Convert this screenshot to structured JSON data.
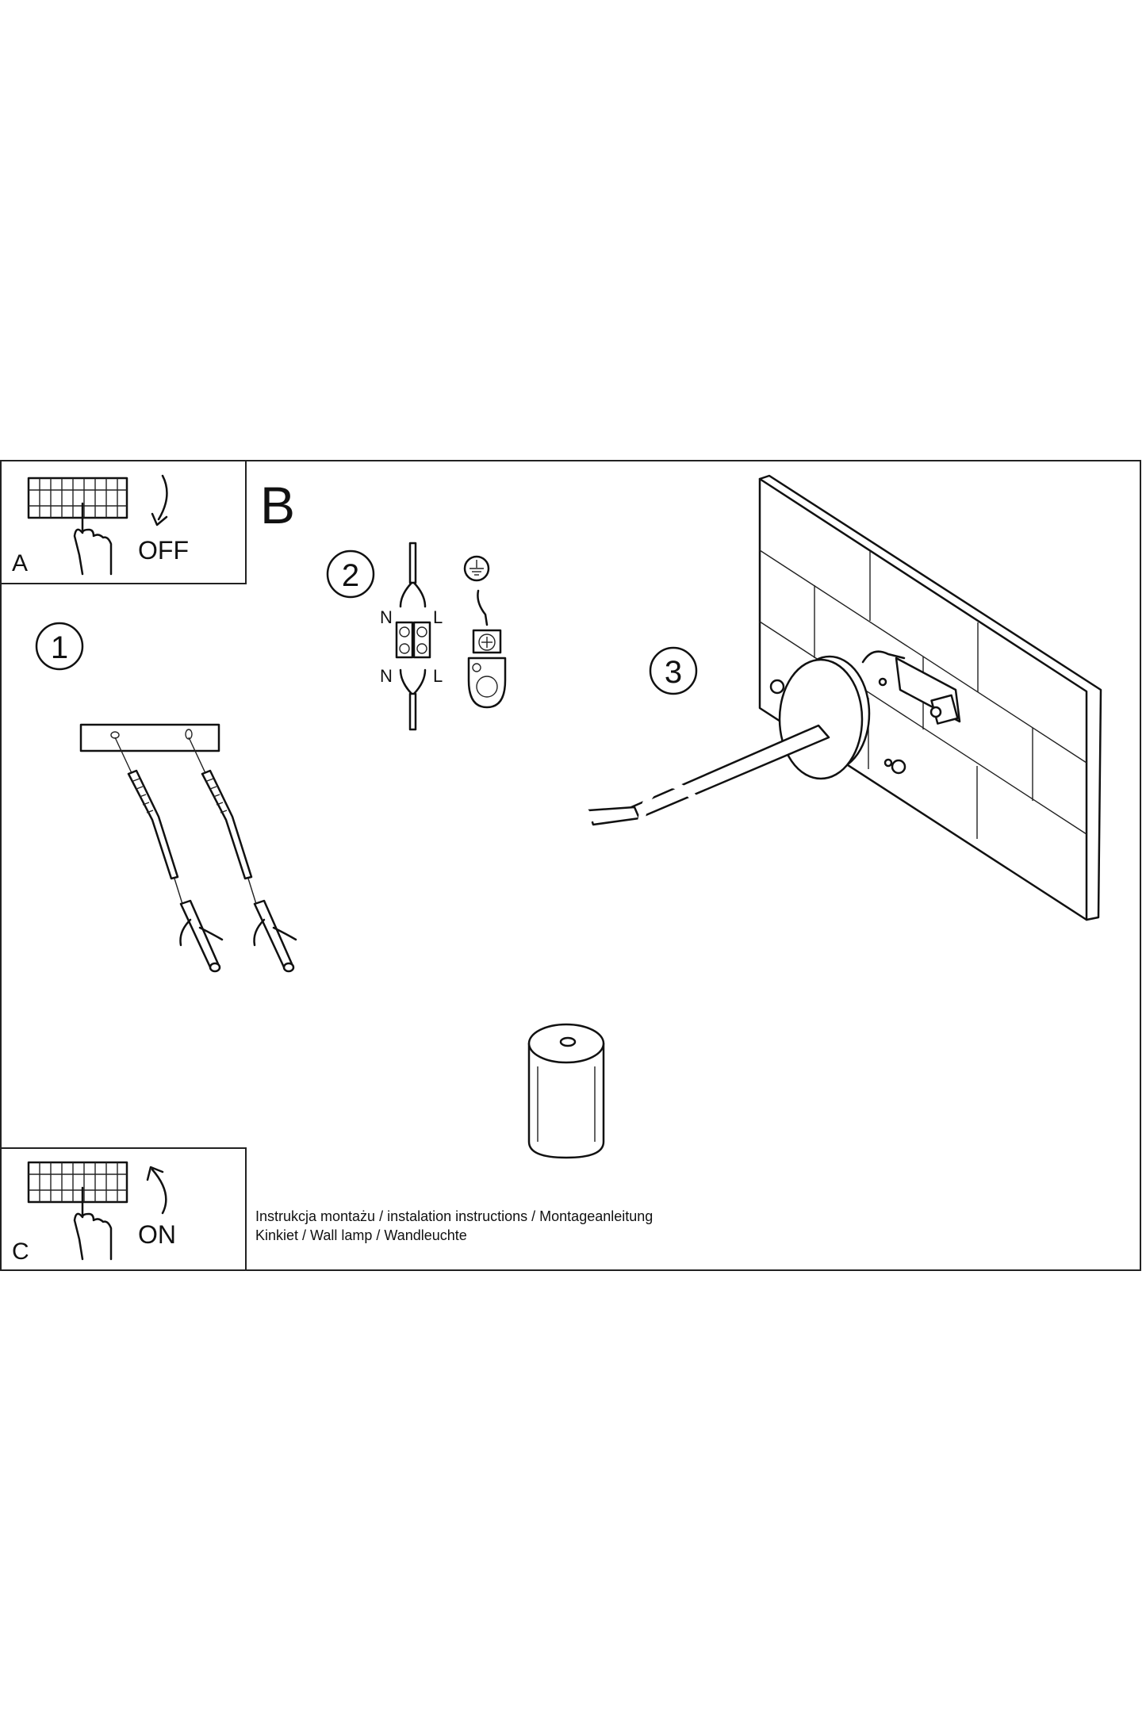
{
  "panels": {
    "a": {
      "letter": "A",
      "action": "OFF"
    },
    "b": {
      "letter": "B"
    },
    "c": {
      "letter": "C",
      "action": "ON"
    }
  },
  "steps": [
    {
      "number": "1"
    },
    {
      "number": "2",
      "wire_labels": {
        "top_left": "N",
        "top_right": "L",
        "bottom_left": "N",
        "bottom_right": "L"
      }
    },
    {
      "number": "3"
    }
  ],
  "footer": {
    "line1": "Instrukcja montażu / instalation instructions / Montageanleitung",
    "line2": "Kinkiet / Wall lamp / Wandleuchte"
  }
}
